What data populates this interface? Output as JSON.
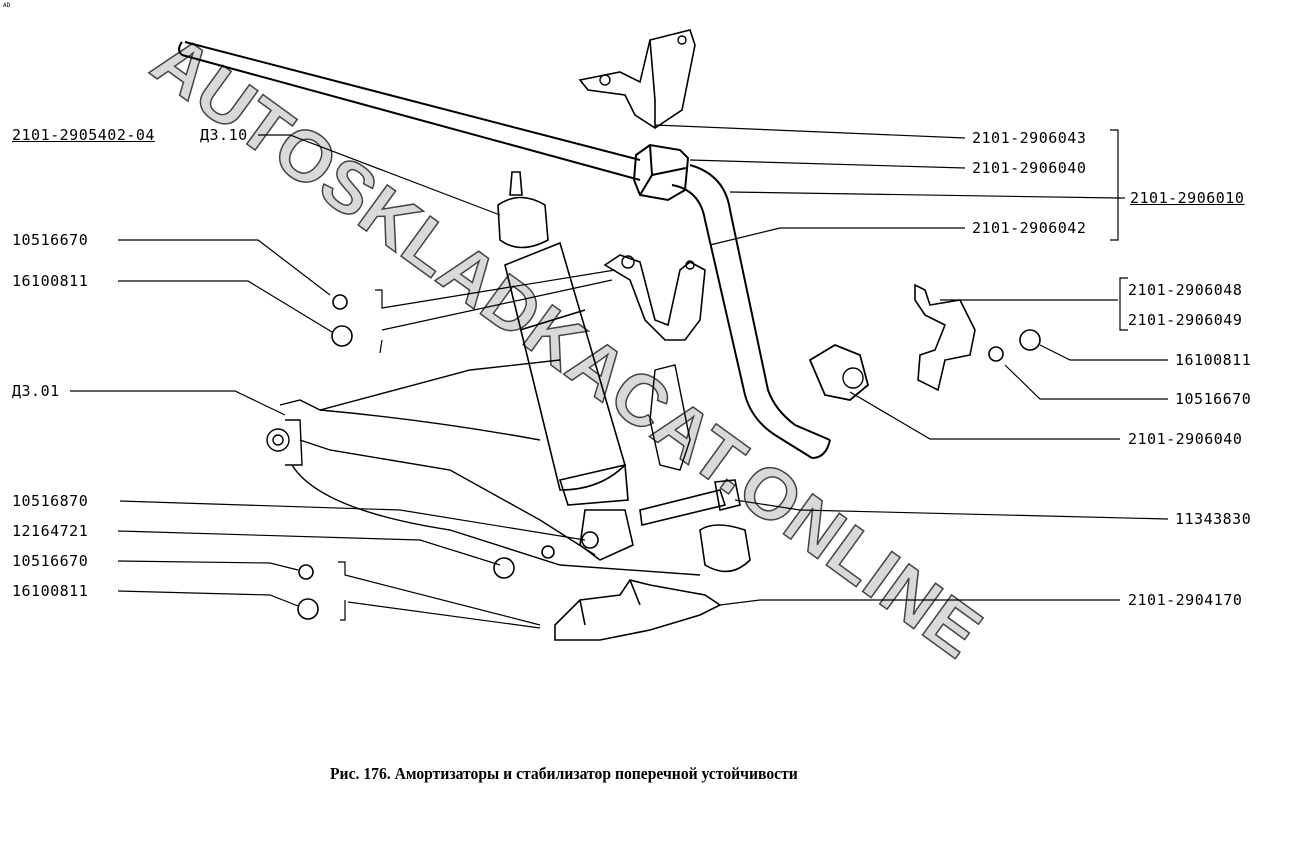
{
  "corner_mark": "AD",
  "watermark": "AUTOSKLADKACAT.ONLINE",
  "caption": "Рис. 176. Амортизаторы и стабилизатор поперечной устойчивости",
  "left_labels": {
    "shock_absorber": "2101-2905402-04",
    "shock_ref": "Д3.10",
    "washer_top": "10516670",
    "nut_top": "16100811",
    "arm_ref": "Д3.01",
    "bolt_lower": "10516870",
    "washer_lower": "12164721",
    "washer_bracket": "10516670",
    "nut_bracket": "16100811"
  },
  "right_labels": {
    "bracket_top": "2101-2906043",
    "cushion": "2101-2906040",
    "stabilizer_bar": "2101-2906010",
    "clamp": "2101-2906042",
    "clamp_left": "2101-2906048",
    "clamp_right": "2101-2906049",
    "nut": "16100811",
    "washer": "10516670",
    "cushion_2": "2101-2906040",
    "bolt": "11343830",
    "lower_bracket": "2101-2904170"
  }
}
